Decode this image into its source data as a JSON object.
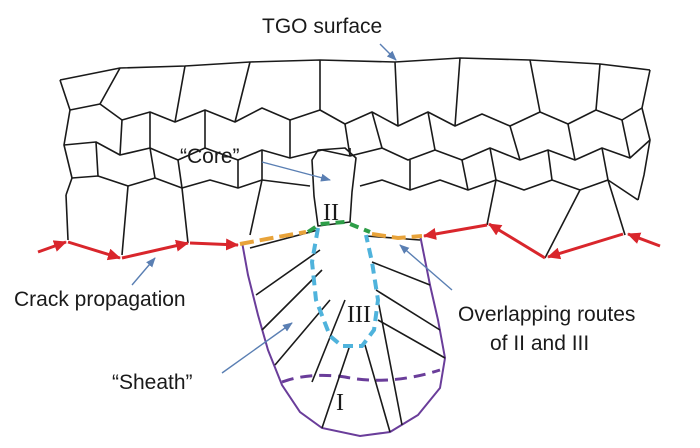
{
  "labels": {
    "tgo_surface": "TGO surface",
    "core": "“Core”",
    "crack_propagation": "Crack propagation",
    "overlapping_line1": "Overlapping routes",
    "overlapping_line2": "of II and III",
    "sheath": "“Sheath”",
    "route_i": "I",
    "route_ii": "II",
    "route_iii": "III"
  },
  "colors": {
    "grain_boundary": "#1a1a1a",
    "crack_arrow": "#d9262c",
    "route_ii_green": "#2e9e48",
    "route_orange": "#e8a33a",
    "route_iii_blue": "#4fb3dc",
    "sheath_purple": "#6a3d9a",
    "pointer_arrow": "#5a7fb3"
  }
}
